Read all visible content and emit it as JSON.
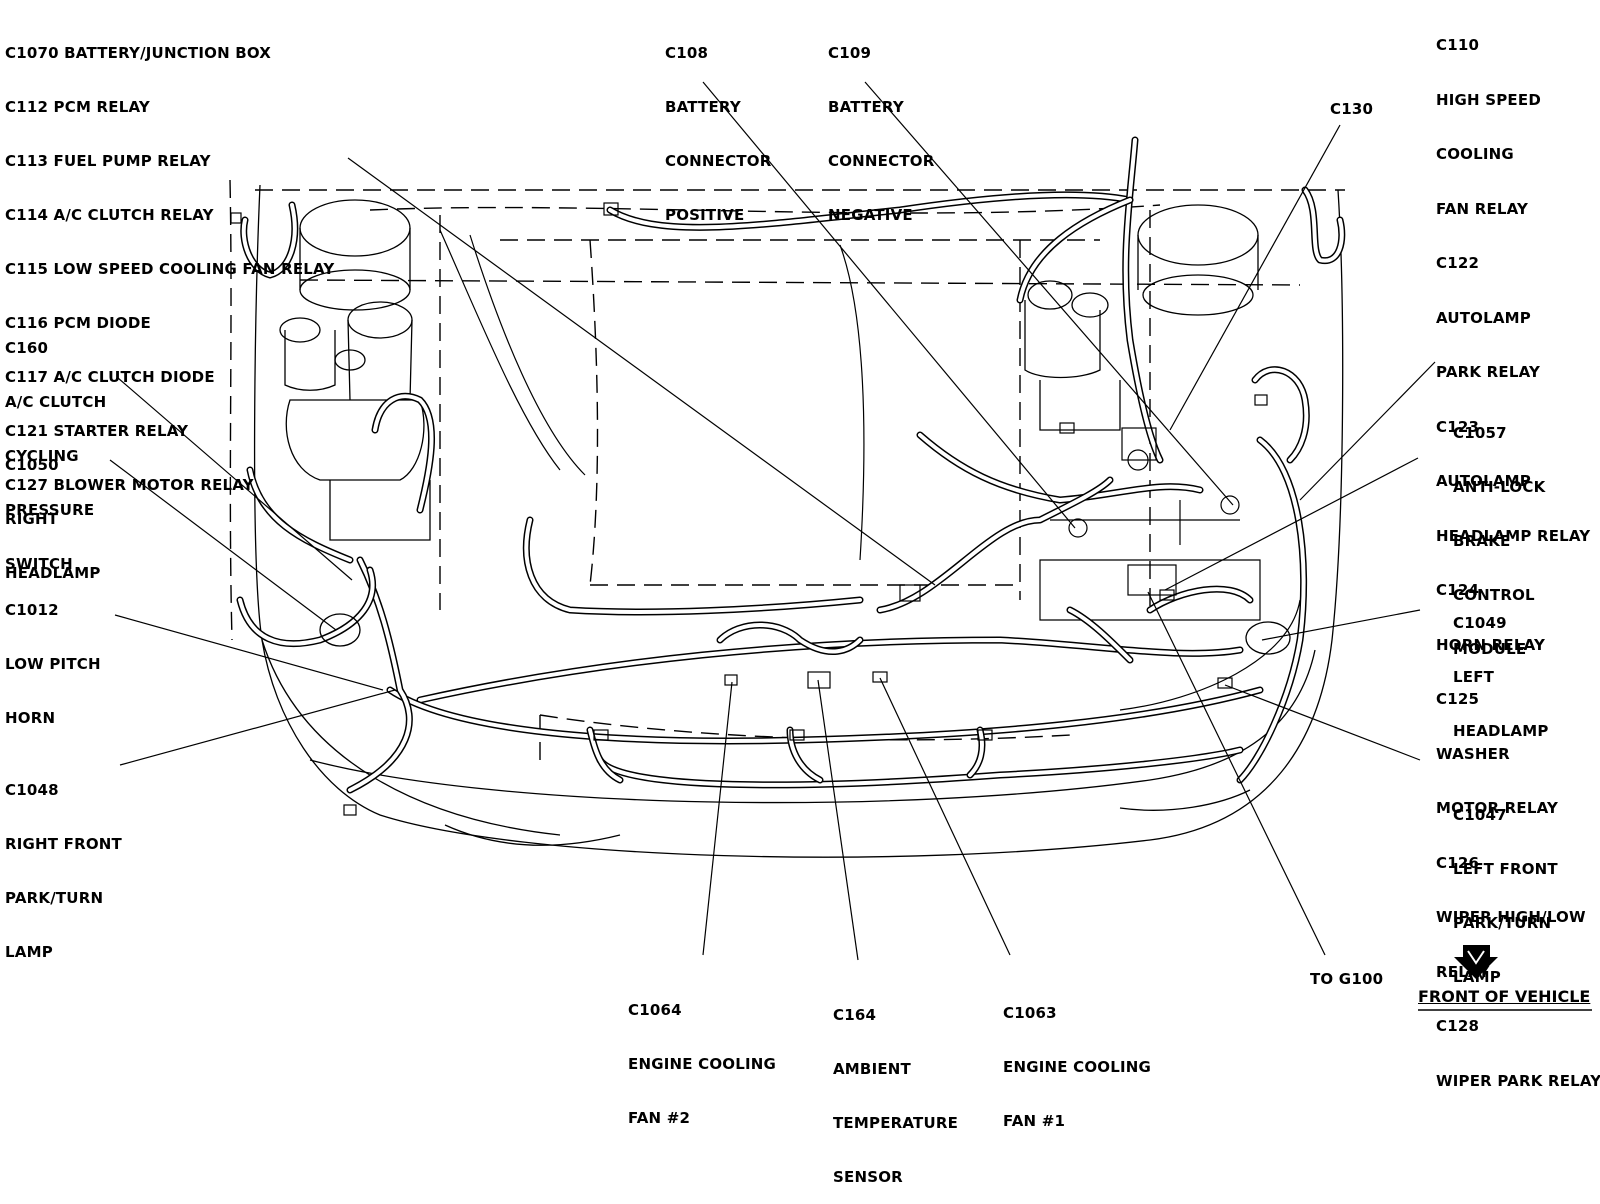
{
  "labels": {
    "top_left_list": [
      "C1070 BATTERY/JUNCTION BOX",
      "C112 PCM RELAY",
      "C113 FUEL PUMP RELAY",
      "C114 A/C CLUTCH RELAY",
      "C115 LOW SPEED COOLING FAN RELAY",
      "C116 PCM DIODE",
      "C117 A/C CLUTCH DIODE",
      "C121 STARTER RELAY",
      "C127 BLOWER MOTOR RELAY"
    ],
    "c108": [
      "C108",
      "BATTERY",
      "CONNECTOR",
      "POSITIVE"
    ],
    "c109": [
      "C109",
      "BATTERY",
      "CONNECTOR",
      "NEGATIVE"
    ],
    "c130": "C130",
    "top_right_list": [
      "C110",
      "HIGH SPEED",
      "COOLING",
      "FAN RELAY",
      "C122",
      "AUTOLAMP",
      "PARK RELAY",
      "C123",
      "AUTOLAMP",
      "HEADLAMP RELAY",
      "C124",
      "HORN RELAY",
      "C125",
      "WASHER",
      "MOTOR RELAY",
      "C126",
      "WIPER HIGH/LOW",
      "RELAY",
      "C128",
      "WIPER PARK RELAY"
    ],
    "c160": [
      "C160",
      "A/C CLUTCH",
      "CYCLING",
      "PRESSURE",
      "SWITCH"
    ],
    "c1050": [
      "C1050",
      "RIGHT",
      "HEADLAMP"
    ],
    "c1012": [
      "C1012",
      "LOW PITCH",
      "HORN"
    ],
    "c1048": [
      "C1048",
      "RIGHT FRONT",
      "PARK/TURN",
      "LAMP"
    ],
    "c1057": [
      "C1057",
      "ANTI-LOCK",
      "BRAKE",
      "CONTROL",
      "MODULE"
    ],
    "c1049": [
      "C1049",
      "LEFT",
      "HEADLAMP"
    ],
    "c1047": [
      "C1047",
      "LEFT FRONT",
      "PARK/TURN",
      "LAMP"
    ],
    "c1064": [
      "C1064",
      "ENGINE COOLING",
      "FAN #2"
    ],
    "c164": [
      "C164",
      "AMBIENT",
      "TEMPERATURE",
      "SENSOR"
    ],
    "c1063": [
      "C1063",
      "ENGINE COOLING",
      "FAN #1"
    ],
    "to_g100": "TO G100",
    "front_of_vehicle": "FRONT OF VEHICLE"
  },
  "icons": {
    "front_arrow": "front-of-vehicle-arrow-icon"
  },
  "colors": {
    "ink": "#000000",
    "paper": "#ffffff"
  }
}
